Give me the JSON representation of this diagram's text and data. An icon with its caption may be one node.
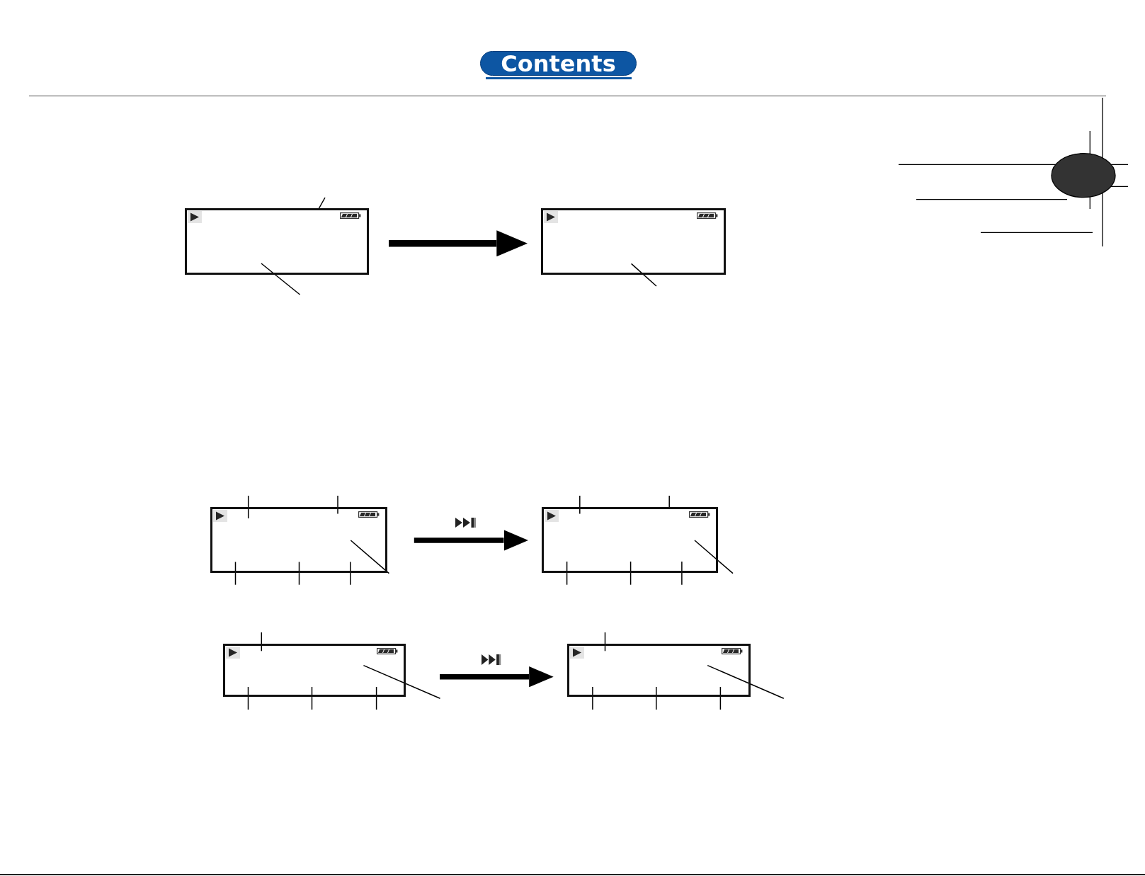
{
  "diagram": {
    "nodes": [
      {
        "text": [
          "Contents"
        ]
      },
      {
        "text": [],
        "shape": "box"
      },
      {
        "text": [],
        "shape": "box"
      },
      {
        "text": [],
        "shape": "box"
      },
      {
        "text": [],
        "shape": "box"
      },
      {
        "text": [],
        "shape": "box"
      },
      {
        "text": [],
        "shape": "box"
      }
    ],
    "edges": [
      {
        "from": 1,
        "to": 2,
        "arrow": "to",
        "style": "thick"
      },
      {
        "from": 3,
        "to": 4,
        "arrow": "to",
        "style": "thick"
      },
      {
        "from": 5,
        "to": 6,
        "arrow": "to",
        "style": "thick"
      },
      {
        "from": null,
        "to": 1,
        "arrow": "none"
      },
      {
        "from": null,
        "to": 1,
        "arrow": "none"
      },
      {
        "from": null,
        "to": 2,
        "arrow": "none"
      },
      {
        "from": null,
        "to": 3,
        "arrow": "none"
      },
      {
        "from": null,
        "to": 3,
        "arrow": "none"
      },
      {
        "from": null,
        "to": 3,
        "arrow": "none"
      },
      {
        "from": null,
        "to": 3,
        "arrow": "none"
      },
      {
        "from": null,
        "to": 3,
        "arrow": "none"
      },
      {
        "from": null,
        "to": 3,
        "arrow": "none"
      },
      {
        "from": null,
        "to": 4,
        "arrow": "none"
      },
      {
        "from": null,
        "to": 4,
        "arrow": "none"
      },
      {
        "from": null,
        "to": 4,
        "arrow": "none"
      },
      {
        "from": null,
        "to": 4,
        "arrow": "none"
      },
      {
        "from": null,
        "to": 4,
        "arrow": "none"
      },
      {
        "from": null,
        "to": 4,
        "arrow": "none"
      },
      {
        "from": null,
        "to": 5,
        "arrow": "none"
      },
      {
        "from": null,
        "to": 5,
        "arrow": "none"
      },
      {
        "from": null,
        "to": 5,
        "arrow": "none"
      },
      {
        "from": null,
        "to": 5,
        "arrow": "none"
      },
      {
        "from": null,
        "to": 5,
        "arrow": "none"
      },
      {
        "from": null,
        "to": 6,
        "arrow": "none"
      },
      {
        "from": null,
        "to": 6,
        "arrow": "none"
      },
      {
        "from": null,
        "to": 6,
        "arrow": "none"
      },
      {
        "from": null,
        "to": 6,
        "arrow": "none"
      },
      {
        "from": null,
        "to": 6,
        "arrow": "none"
      }
    ]
  }
}
